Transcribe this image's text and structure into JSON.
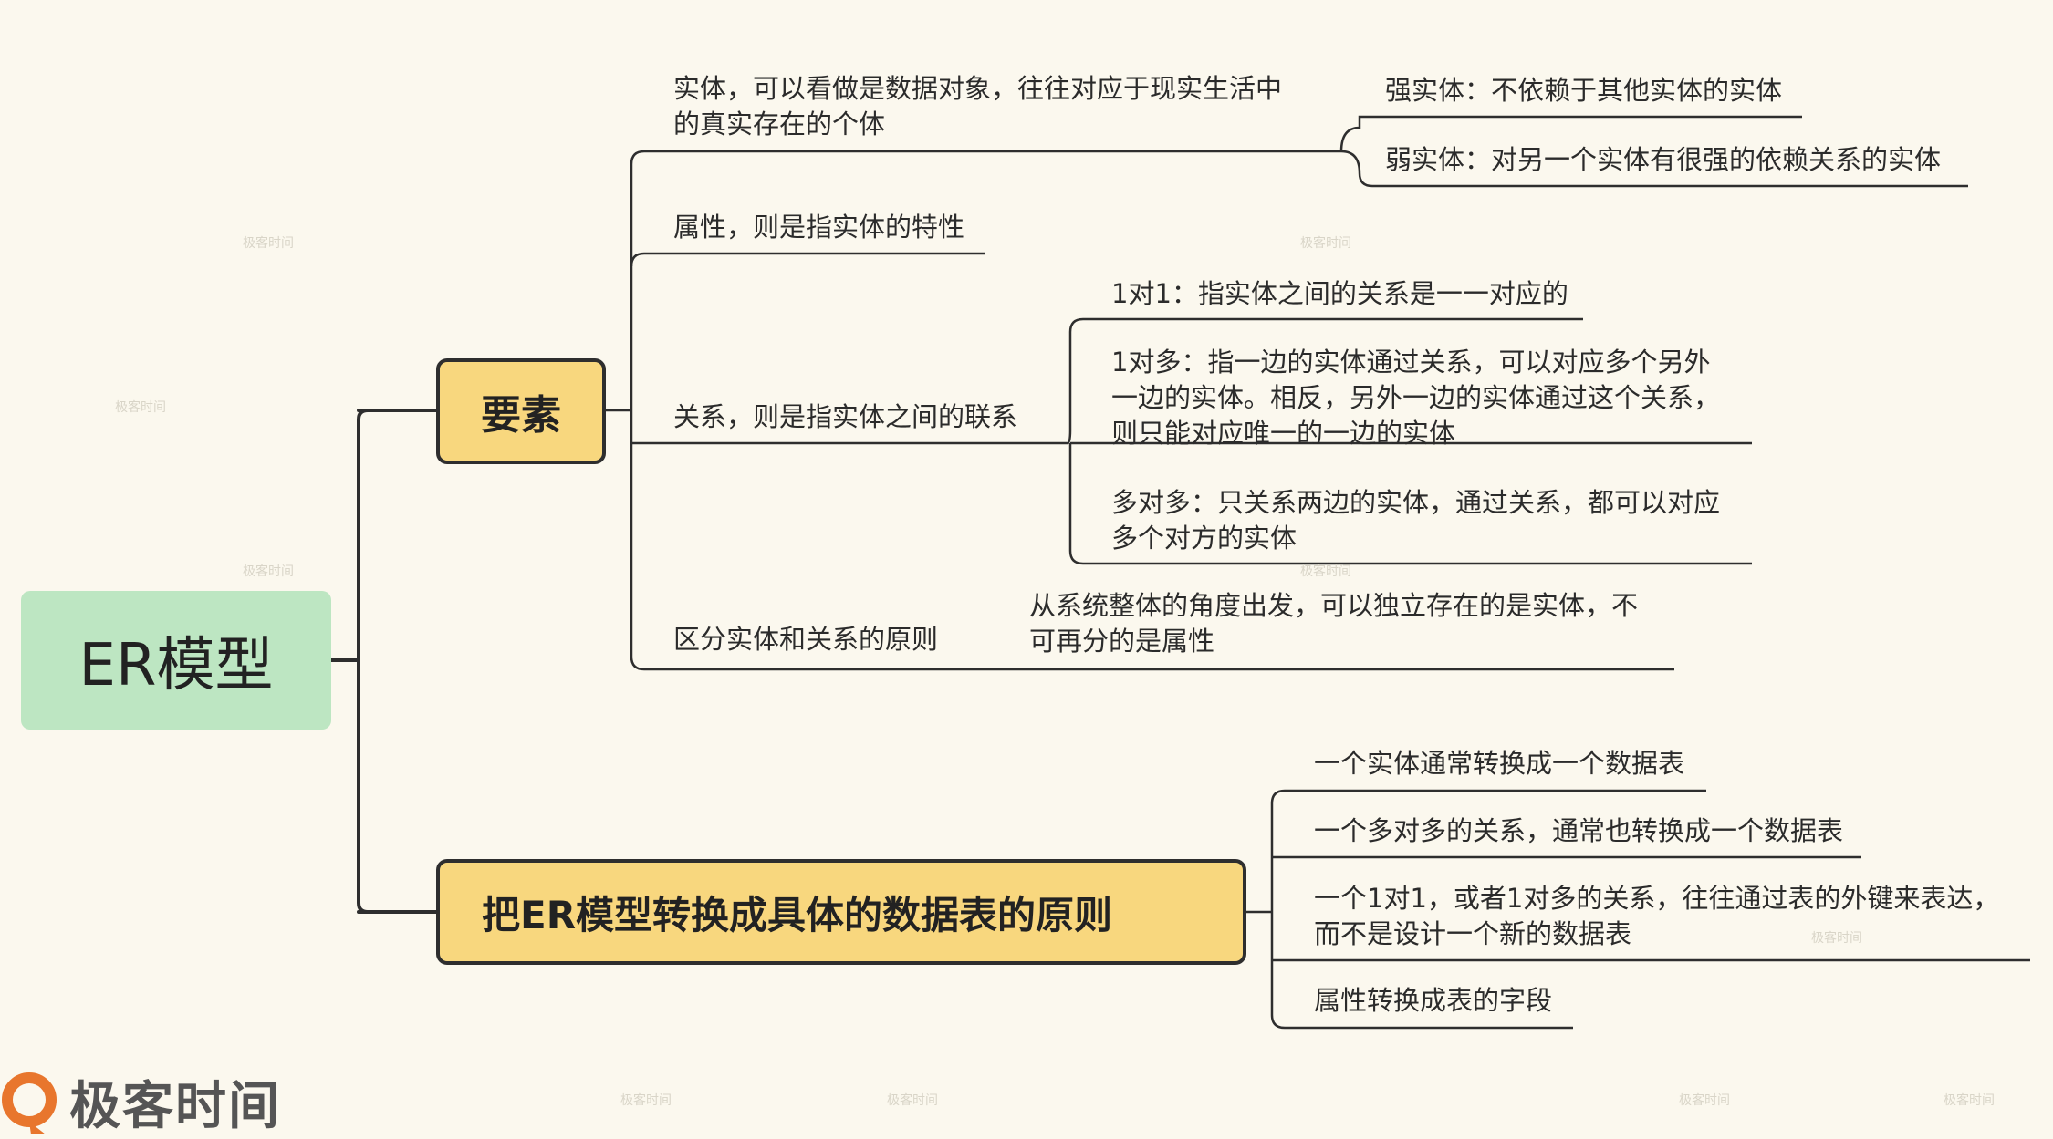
{
  "root": {
    "label": "ER模型"
  },
  "branches": [
    {
      "label": "要素",
      "children": [
        {
          "label": "实体，可以看做是数据对象，往往对应于现实生活中的真实存在的个体",
          "lines": [
            "实体，可以看做是数据对象，往往对应于现实生活中",
            "的真实存在的个体"
          ],
          "children": [
            {
              "label": "强实体：不依赖于其他实体的实体"
            },
            {
              "label": "弱实体：对另一个实体有很强的依赖关系的实体"
            }
          ]
        },
        {
          "label": "属性，则是指实体的特性"
        },
        {
          "label": "关系，则是指实体之间的联系",
          "children": [
            {
              "label": "1对1：指实体之间的关系是一一对应的"
            },
            {
              "label": "1对多：指一边的实体通过关系，可以对应多个另外一边的实体。相反，另外一边的实体通过这个关系，则只能对应唯一的一边的实体",
              "lines": [
                "1对多：指一边的实体通过关系，可以对应多个另外",
                "一边的实体。相反，另外一边的实体通过这个关系，",
                "则只能对应唯一的一边的实体"
              ]
            },
            {
              "label": "多对多：只关系两边的实体，通过关系，都可以对应多个对方的实体",
              "lines": [
                "多对多：只关系两边的实体，通过关系，都可以对应",
                "多个对方的实体"
              ]
            }
          ]
        },
        {
          "label": "区分实体和关系的原则",
          "note": "从系统整体的角度出发，可以独立存在的是实体，不可再分的是属性",
          "note_lines": [
            "从系统整体的角度出发，可以独立存在的是实体，不",
            "可再分的是属性"
          ]
        }
      ]
    },
    {
      "label": "把ER模型转换成具体的数据表的原则",
      "children": [
        {
          "label": "一个实体通常转换成一个数据表"
        },
        {
          "label": "一个多对多的关系，通常也转换成一个数据表"
        },
        {
          "label": "一个1对1，或者1对多的关系，往往通过表的外键来表达，而不是设计一个新的数据表",
          "lines": [
            "一个1对1，或者1对多的关系，往往通过表的外键来表达，",
            "而不是设计一个新的数据表"
          ]
        },
        {
          "label": "属性转换成表的字段"
        }
      ]
    }
  ],
  "watermark": "极客时间",
  "logo": {
    "text": "极客时间",
    "icon": "geektime-logo-icon"
  },
  "colors": {
    "background": "#fbf8ee",
    "root": "#bde6c2",
    "branch": "#f8d77e",
    "line": "#2e2e2e"
  }
}
